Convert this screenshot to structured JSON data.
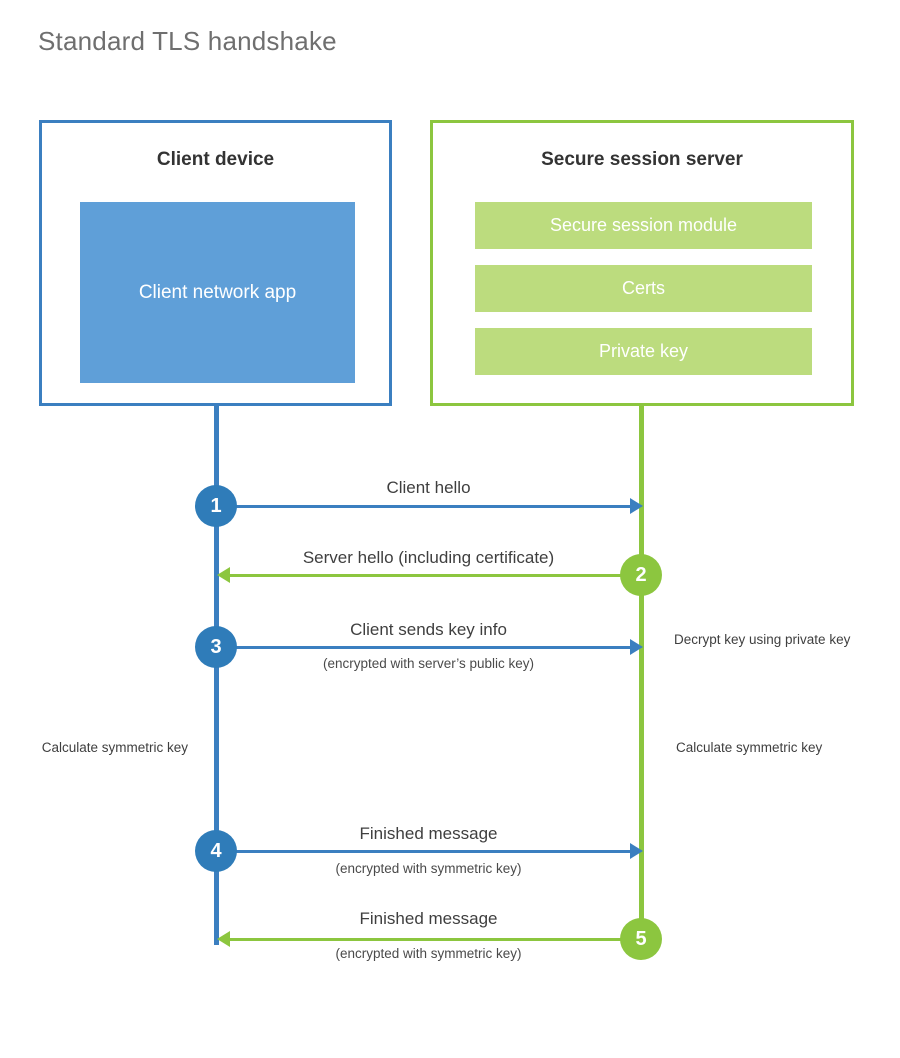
{
  "title": "Standard TLS handshake",
  "colors": {
    "client_blue": "#3b7fc0",
    "client_app_fill": "#5f9fd8",
    "server_green": "#8cc63f",
    "server_bar_fill": "#bcdc7e",
    "circle_blue": "#2f7cb9",
    "text_dark": "#3f3f3f",
    "title_gray": "#6f6f6f"
  },
  "client_panel": {
    "title": "Client device",
    "app_label": "Client network app"
  },
  "server_panel": {
    "title": "Secure session server",
    "bars": [
      {
        "label": "Secure session module"
      },
      {
        "label": "Certs"
      },
      {
        "label": "Private key"
      }
    ]
  },
  "steps": [
    {
      "number": "1",
      "label": "Client hello",
      "sublabel": "",
      "direction": "client-to-server",
      "color": "blue"
    },
    {
      "number": "2",
      "label": "Server hello (including certificate)",
      "sublabel": "",
      "direction": "server-to-client",
      "color": "green"
    },
    {
      "number": "3",
      "label": "Client sends key info",
      "sublabel": "(encrypted with server’s public key)",
      "direction": "client-to-server",
      "color": "blue"
    },
    {
      "number": "4",
      "label": "Finished message",
      "sublabel": "(encrypted with symmetric key)",
      "direction": "client-to-server",
      "color": "blue"
    },
    {
      "number": "5",
      "label": "Finished message",
      "sublabel": "(encrypted with symmetric key)",
      "direction": "server-to-client",
      "color": "green"
    }
  ],
  "notes": {
    "decrypt_key": "Decrypt key using private key",
    "client_calculate": "Calculate symmetric key",
    "server_calculate": "Calculate symmetric key"
  }
}
